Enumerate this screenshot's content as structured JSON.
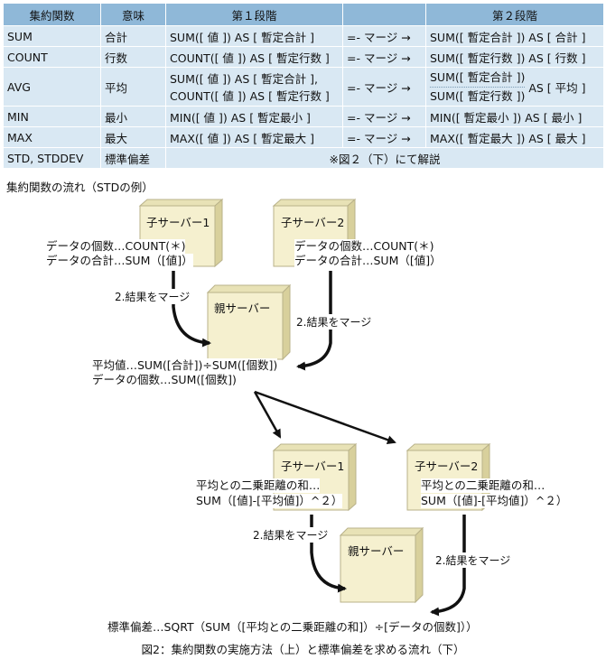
{
  "table": {
    "headers": [
      "集約関数",
      "意味",
      "第１段階",
      "",
      "第２段階"
    ],
    "rows": [
      {
        "func": "SUM",
        "meaning": "合計",
        "stage1": "SUM([ 値 ]) AS [ 暫定合計 ]",
        "merge": "=- マージ →",
        "stage2": "SUM([ 暫定合計 ]) AS [ 合計 ]"
      },
      {
        "func": "COUNT",
        "meaning": "行数",
        "stage1": "COUNT([ 値 ]) AS [ 暫定行数 ]",
        "merge": "=- マージ →",
        "stage2": "SUM([ 暫定行数 ]) AS [ 行数 ]"
      },
      {
        "func": "AVG",
        "meaning": "平均",
        "stage1a": "SUM([ 値 ]) AS [ 暫定合計 ],",
        "stage1b": "COUNT([ 値 ]) AS [ 暫定行数 ]",
        "merge": "=- マージ →",
        "stage2a": "SUM([ 暫定合計 ])",
        "stage2b": "SUM([ 暫定行数 ])",
        "stage2c": "AS [ 平均 ]"
      },
      {
        "func": "MIN",
        "meaning": "最小",
        "stage1": "MIN([ 値 ]) AS [ 暫定最小 ]",
        "merge": "=- マージ →",
        "stage2": "MIN([ 暫定最小 ]) AS [ 最小 ]"
      },
      {
        "func": "MAX",
        "meaning": "最大",
        "stage1": "MAX([ 値 ]) AS [ 暫定最大 ]",
        "merge": "=- マージ →",
        "stage2": "MAX([ 暫定最大 ]) AS [ 最大 ]"
      },
      {
        "func": "STD, STDDEV",
        "meaning": "標準偏差",
        "note": "※図２（下）にて解説"
      }
    ]
  },
  "flow_title": "集約関数の流れ（STDの例）",
  "top": {
    "child1": "子サーバー1",
    "child2": "子サーバー2",
    "parent": "親サーバー",
    "child1_l1": "データの個数…COUNT(＊)",
    "child1_l2": "データの合計…SUM（[値]）",
    "child2_l1": "データの個数…COUNT(＊)",
    "child2_l2": "データの合計…SUM（[値]）",
    "merge1": "2.結果をマージ",
    "merge2": "2.結果をマージ",
    "parent_l1": "平均値…SUM([合計])÷SUM([個数])",
    "parent_l2": "データの個数…SUM([個数])"
  },
  "bottom": {
    "child1": "子サーバー1",
    "child2": "子サーバー2",
    "parent": "親サーバー",
    "child1_l1": "平均との二乗距離の和…",
    "child1_l2": "SUM（[値]-[平均値]）^２）",
    "child2_l1": "平均との二乗距離の和…",
    "child2_l2": "SUM（[値]-[平均値]）^２）",
    "merge1": "2.結果をマージ",
    "merge2": "2.結果をマージ",
    "result": "標準偏差…SQRT（SUM（[平均との二乗距離の和]）÷[データの個数]））"
  },
  "caption": "図2：集約関数の実施方法（上）と標準偏差を求める流れ（下）"
}
